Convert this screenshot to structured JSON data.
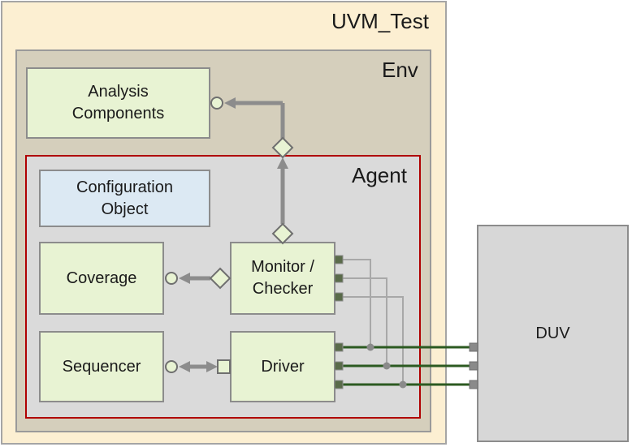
{
  "colors": {
    "uvm_test_fill": "#fcefd2",
    "env_fill": "#d5cfbc",
    "agent_fill": "#dadada",
    "agent_border": "#b00000",
    "component_fill": "#e8f3d3",
    "config_fill": "#dce9f3",
    "duv_fill": "#d7d7d7",
    "connector": "#8c8c8c",
    "bus_wire": "#2c5a21",
    "bus_tap": "#a8a8a8"
  },
  "containers": {
    "uvm_test": "UVM_Test",
    "env": "Env",
    "agent": "Agent"
  },
  "components": {
    "analysis": "Analysis\nComponents",
    "config": "Configuration\nObject",
    "coverage": "Coverage",
    "monitor": "Monitor /\nChecker",
    "sequencer": "Sequencer",
    "driver": "Driver",
    "duv": "DUV"
  }
}
